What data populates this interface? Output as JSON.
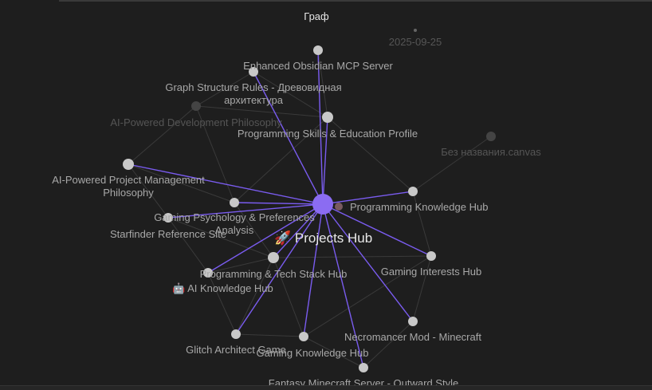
{
  "view": {
    "title": "Граф"
  },
  "graph": {
    "hub": {
      "icon": "🚀",
      "label": "Projects Hub"
    },
    "nodes": [
      {
        "id": "date",
        "label": "2025-09-25",
        "dim": true
      },
      {
        "id": "mcp",
        "label": "Enhanced Obsidian MCP Server"
      },
      {
        "id": "rules",
        "label": "Graph Structure Rules - Древовидная",
        "label2": "архитектура"
      },
      {
        "id": "ai-dev",
        "label": "AI-Powered Development Philosophy",
        "dim": true
      },
      {
        "id": "skills",
        "label": "Programming Skills & Education Profile"
      },
      {
        "id": "canvas",
        "label": "Без названия.canvas",
        "dim": true
      },
      {
        "id": "ai-pm",
        "label": "AI-Powered Project Management",
        "label2": "Philosophy"
      },
      {
        "id": "pkh",
        "label": "Programming Knowledge Hub"
      },
      {
        "id": "gaming-psy",
        "label": "Gaming Psychology & Preferences",
        "label2": "Analysis"
      },
      {
        "id": "starfinder",
        "label": "Starfinder Reference Site"
      },
      {
        "id": "gaming-int",
        "label": "Gaming Interests Hub"
      },
      {
        "id": "tech",
        "label": "Programming & Tech Stack Hub"
      },
      {
        "id": "ai-kh",
        "label": "AI Knowledge Hub",
        "icon": "🤖"
      },
      {
        "id": "necro",
        "label": "Necromancer Mod - Minecraft"
      },
      {
        "id": "glitch",
        "label": "Glitch Architect Game"
      },
      {
        "id": "gkh",
        "label": "Gaming Knowledge Hub"
      },
      {
        "id": "fantasy",
        "label": "Fantasy Minecraft Server - Outward Style"
      },
      {
        "id": "small",
        "label": "",
        "dim": true
      },
      {
        "id": "tiny",
        "label": ""
      }
    ]
  },
  "colors": {
    "background": "#1e1e1e",
    "accent": "#7a5cf0",
    "hub_node": "#8b6cf2",
    "node": "#c8c8c8",
    "dim_node": "#444444",
    "edge_faint": "#3a3a3a",
    "label": "#a8a8a8",
    "label_dim": "#555555"
  }
}
